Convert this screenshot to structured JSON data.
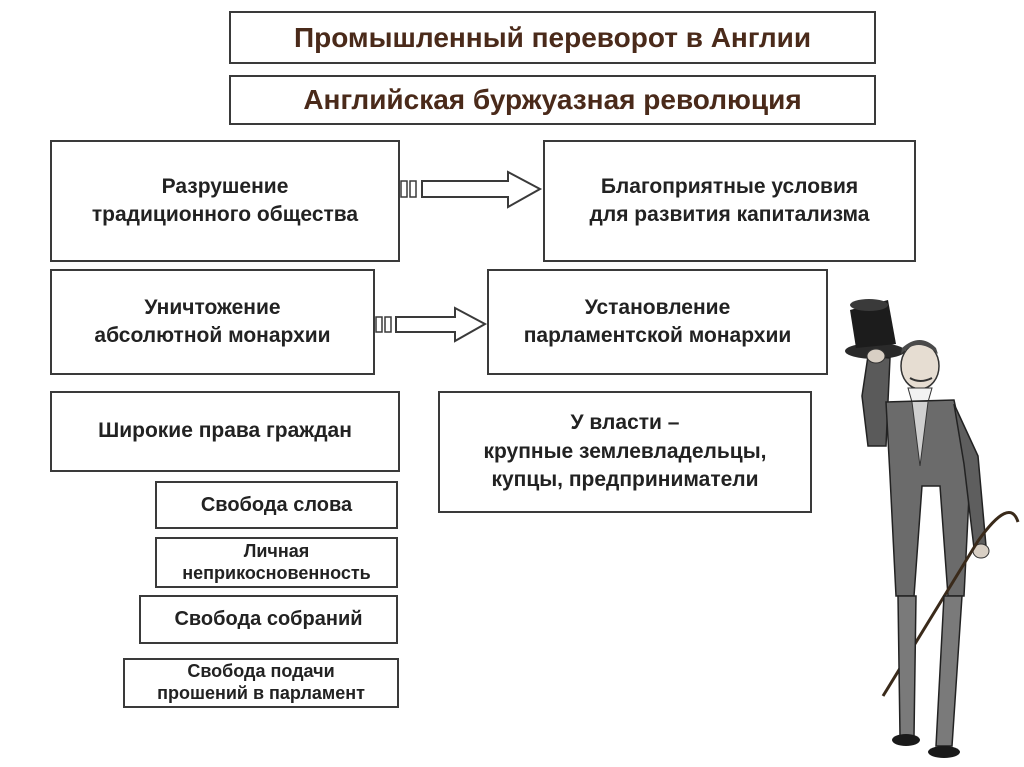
{
  "header": {
    "title1": "Промышленный переворот в Англии",
    "title2": "Английская буржуазная революция"
  },
  "left": {
    "box1": "Разрушение\nтрадиционного общества",
    "box2": "Уничтожение\nабсолютной монархии",
    "box3": "Широкие права граждан"
  },
  "right": {
    "box1": "Благоприятные условия\nдля развития капитализма",
    "box2": "Установление\nпарламентской монархии",
    "box3": "У власти –\nкрупные землевладельцы,\nкупцы, предприниматели"
  },
  "rights": [
    "Свобода слова",
    "Личная\nнеприкосновенность",
    "Свобода собраний",
    "Свобода подачи\nпрошений в парламент"
  ],
  "colors": {
    "title": "#4a2a1a",
    "text": "#222222",
    "border": "#3a3a3a"
  },
  "icons": [
    "double-arrow-icon",
    "gentleman-illustration"
  ]
}
